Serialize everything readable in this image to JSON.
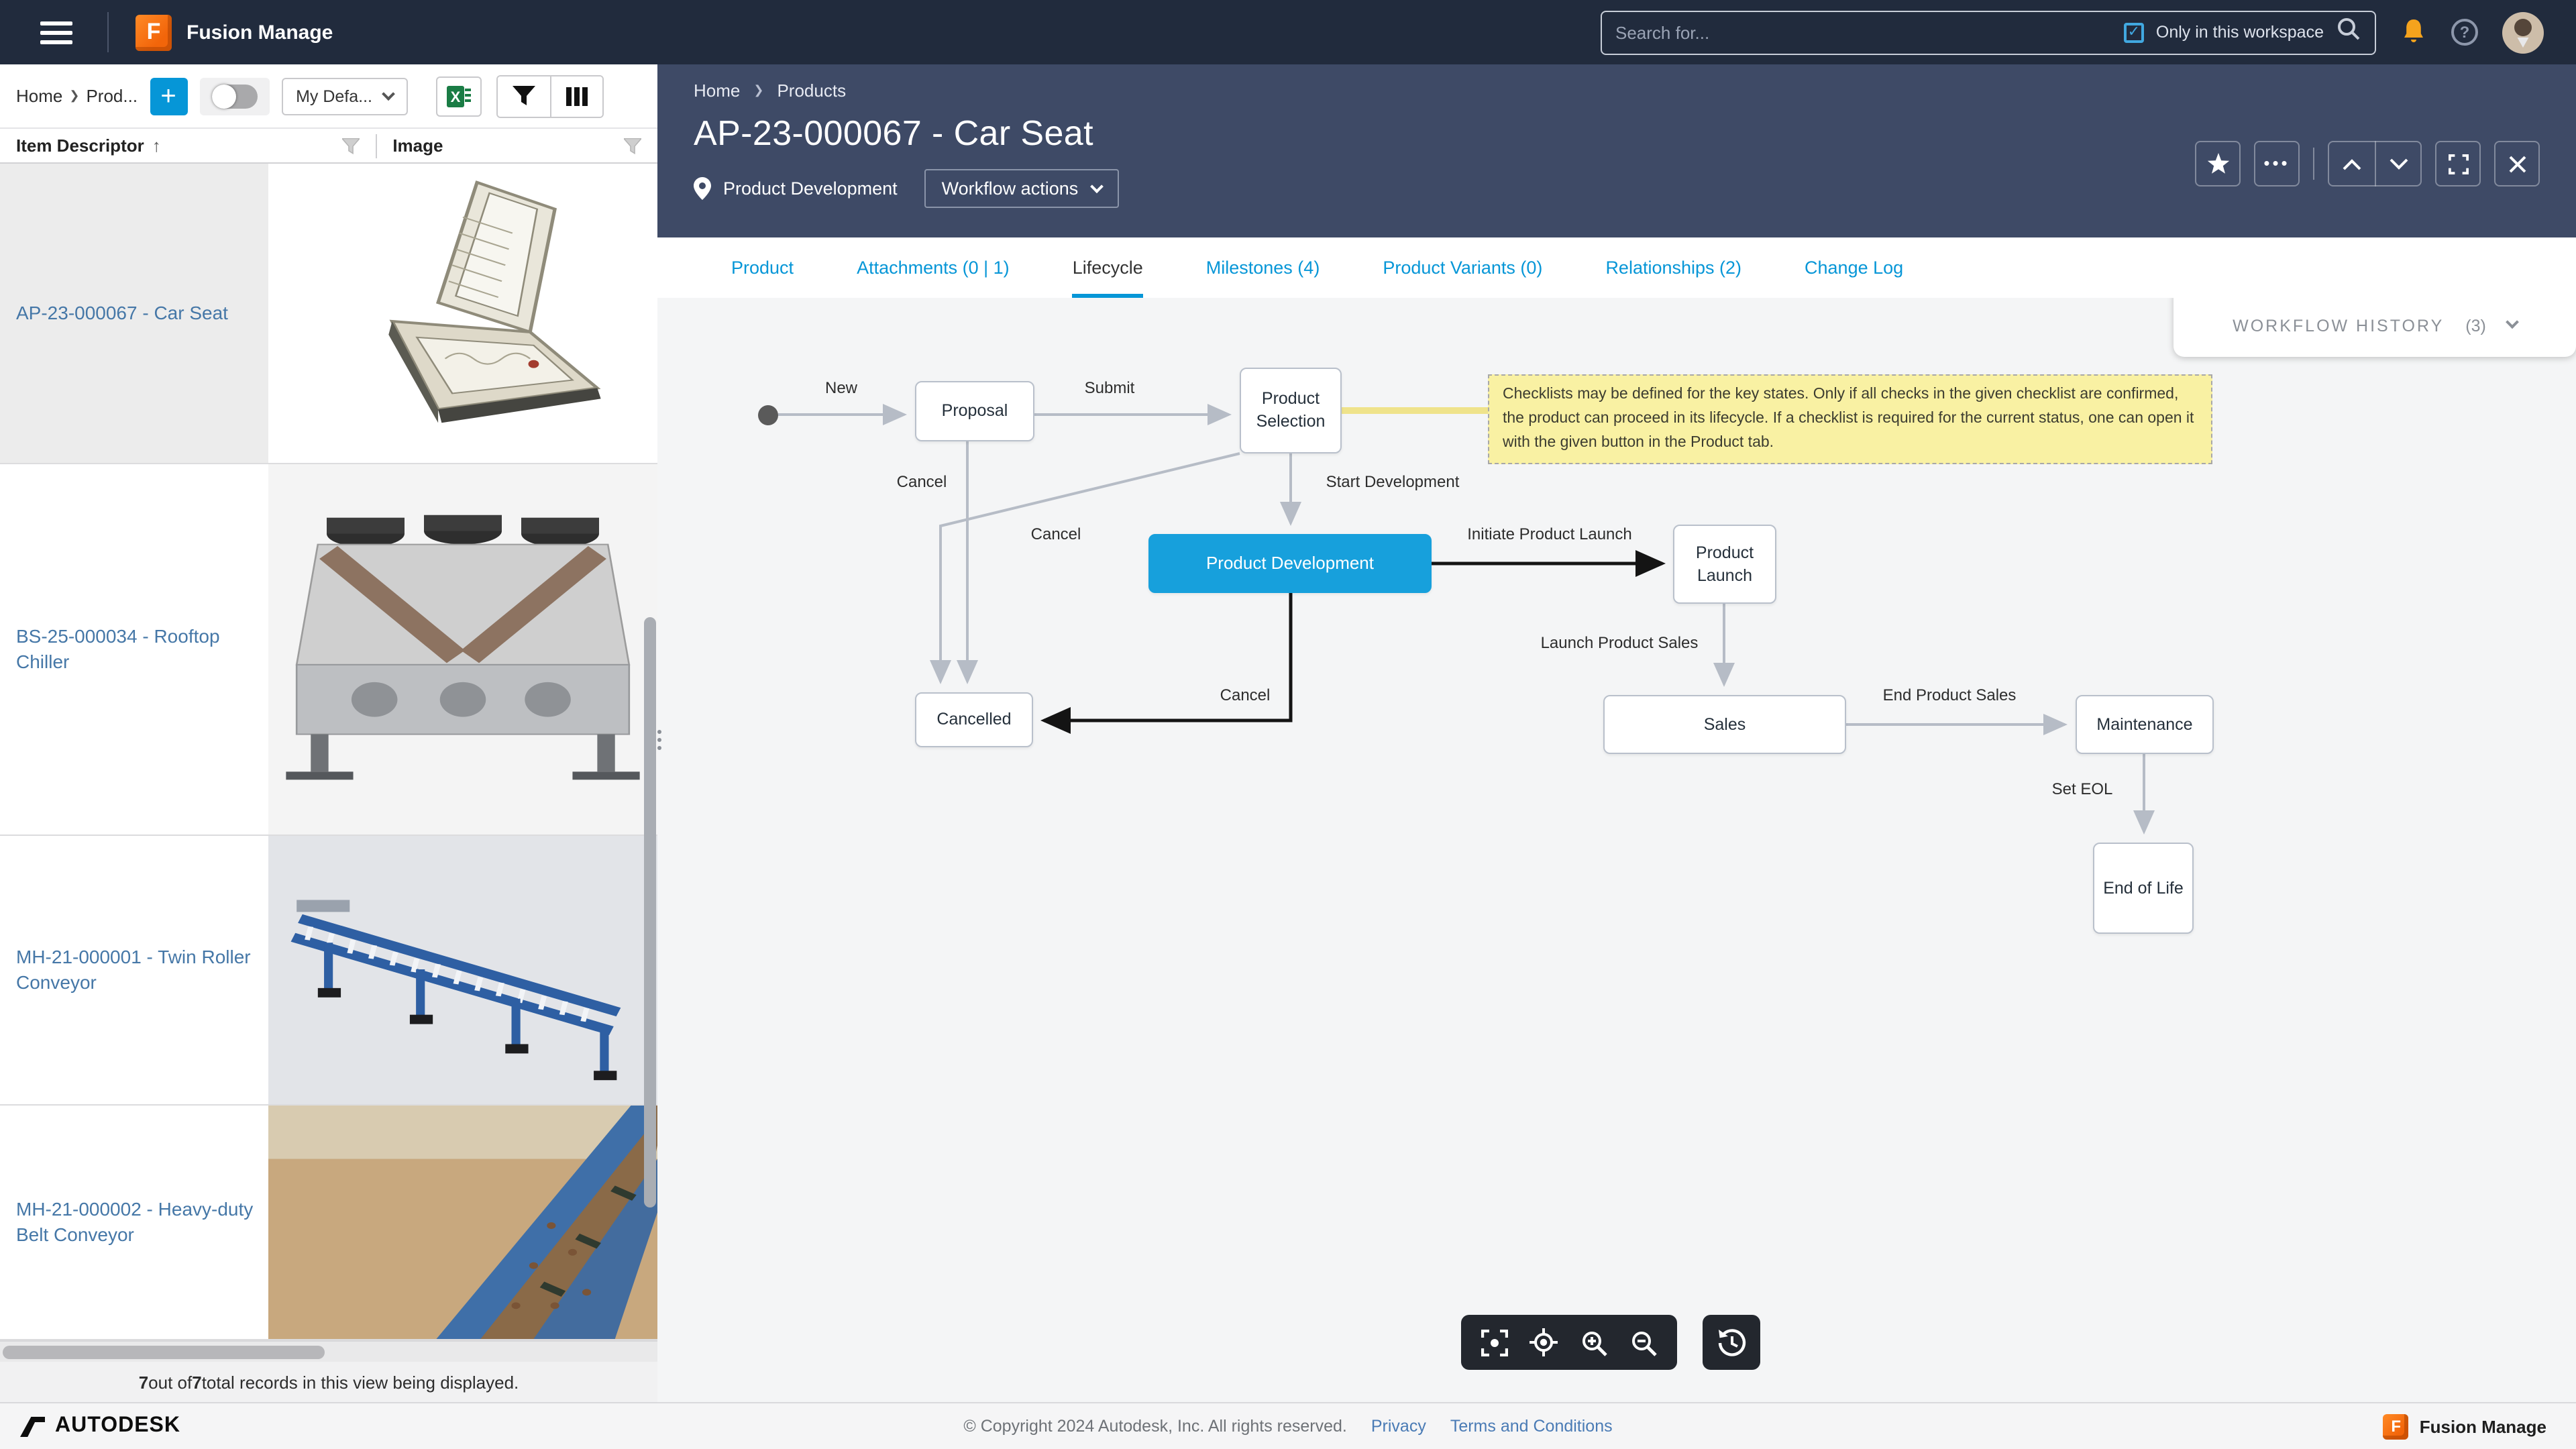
{
  "topbar": {
    "app_name": "Fusion Manage",
    "search": {
      "placeholder": "Search for...",
      "scope_label": "Only in this workspace",
      "checked": "✓"
    },
    "icons": [
      "hamburger-icon",
      "search-icon",
      "bell-icon",
      "help-icon",
      "user-avatar"
    ]
  },
  "left_panel": {
    "breadcrumb_home": "Home",
    "breadcrumb_current": "Prod...",
    "add_label": "+",
    "view_selector": "My Defa...",
    "toolbar_icons": [
      "excel-export-icon",
      "filter-icon",
      "columns-icon"
    ],
    "columns": {
      "item_descriptor": "Item Descriptor",
      "sort": "↑",
      "image": "Image"
    },
    "rows": [
      {
        "label": "AP-23-000067 - Car Seat"
      },
      {
        "label": "BS-25-000034 - Rooftop Chiller"
      },
      {
        "label": "MH-21-000001 - Twin Roller Conveyor"
      },
      {
        "label": "MH-21-000002 - Heavy-duty Belt Conveyor"
      }
    ],
    "count": {
      "shown": "7",
      "mid": " out of ",
      "total": "7",
      "suffix": " total records in this view being displayed."
    }
  },
  "main": {
    "breadcrumb": [
      "Home",
      "Products"
    ],
    "title": "AP-23-000067 - Car Seat",
    "state_label": "Product Development",
    "workflow_actions": "Workflow actions",
    "header_icons": [
      "star-icon",
      "more-icon",
      "prev-icon",
      "next-icon",
      "fullscreen-icon",
      "close-icon",
      "location-pin-icon"
    ],
    "tabs": [
      {
        "label": "Product"
      },
      {
        "label": "Attachments (0 | 1)"
      },
      {
        "label": "Lifecycle"
      },
      {
        "label": "Milestones (4)"
      },
      {
        "label": "Product Variants (0)"
      },
      {
        "label": "Relationships (2)"
      },
      {
        "label": "Change Log"
      }
    ],
    "workflow_history": {
      "title": "WORKFLOW HISTORY",
      "count": "(3)"
    }
  },
  "diagram": {
    "states": {
      "proposal": "Proposal",
      "product_selection": "Product Selection",
      "product_development": "Product Development",
      "product_launch": "Product Launch",
      "cancelled": "Cancelled",
      "sales": "Sales",
      "maintenance": "Maintenance",
      "end_of_life": "End of Life"
    },
    "current_state": "Product Development",
    "transitions": {
      "new": "New",
      "submit": "Submit",
      "cancel_proposal": "Cancel",
      "cancel_selection": "Cancel",
      "cancel_development": "Cancel",
      "start_development": "Start Development",
      "initiate_product_launch": "Initiate Product Launch",
      "launch_product_sales": "Launch Product Sales",
      "end_product_sales": "End Product Sales",
      "set_eol": "Set EOL"
    },
    "note": "Checklists may be defined for the key states. Only if all checks in the given checklist are confirmed, the product can proceed in its lifecycle. If a checklist is required for the current status, one can open it with the given button in the Product tab."
  },
  "canvas_toolbar": {
    "icons": [
      "fit-view-icon",
      "center-view-icon",
      "zoom-in-icon",
      "zoom-out-icon"
    ],
    "history": "workflow-history-icon"
  },
  "footer": {
    "brand": "AUTODESK",
    "copyright": "© Copyright 2024 Autodesk, Inc. All rights reserved.",
    "privacy": "Privacy",
    "terms": "Terms and Conditions",
    "badge": "Fusion Manage"
  }
}
